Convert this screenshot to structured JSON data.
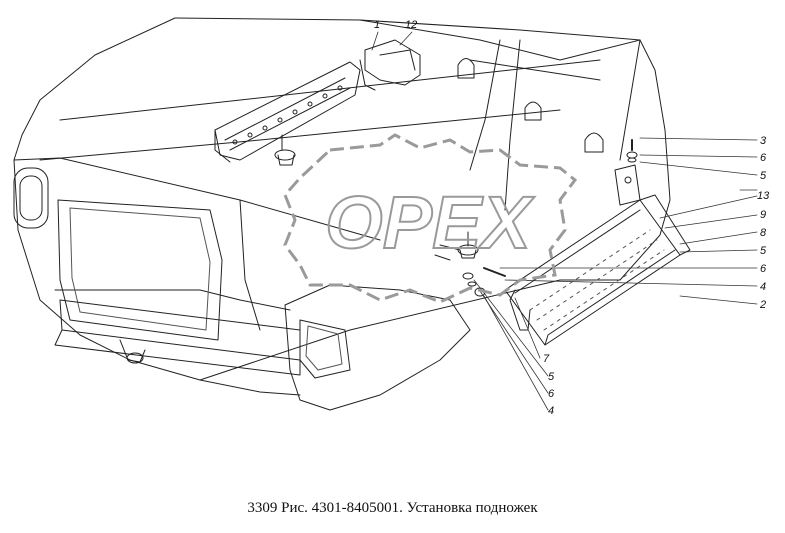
{
  "caption": "3309 Рис. 4301-8405001. Установка подножек",
  "watermark": {
    "text": "OPEX",
    "color": "#9a9a9a"
  },
  "colors": {
    "line": "#222222",
    "light_line": "#555555",
    "label": "#111111"
  },
  "labels": [
    {
      "id": "1",
      "text": "1"
    },
    {
      "id": "12",
      "text": "12"
    },
    {
      "id": "3",
      "text": "3"
    },
    {
      "id": "6a",
      "text": "6"
    },
    {
      "id": "5a",
      "text": "5"
    },
    {
      "id": "13",
      "text": "13"
    },
    {
      "id": "9",
      "text": "9"
    },
    {
      "id": "8",
      "text": "8"
    },
    {
      "id": "5b",
      "text": "5"
    },
    {
      "id": "6b",
      "text": "6"
    },
    {
      "id": "4a",
      "text": "4"
    },
    {
      "id": "2",
      "text": "2"
    },
    {
      "id": "7",
      "text": "7"
    },
    {
      "id": "5c",
      "text": "5"
    },
    {
      "id": "6c",
      "text": "6"
    },
    {
      "id": "4b",
      "text": "4"
    }
  ]
}
